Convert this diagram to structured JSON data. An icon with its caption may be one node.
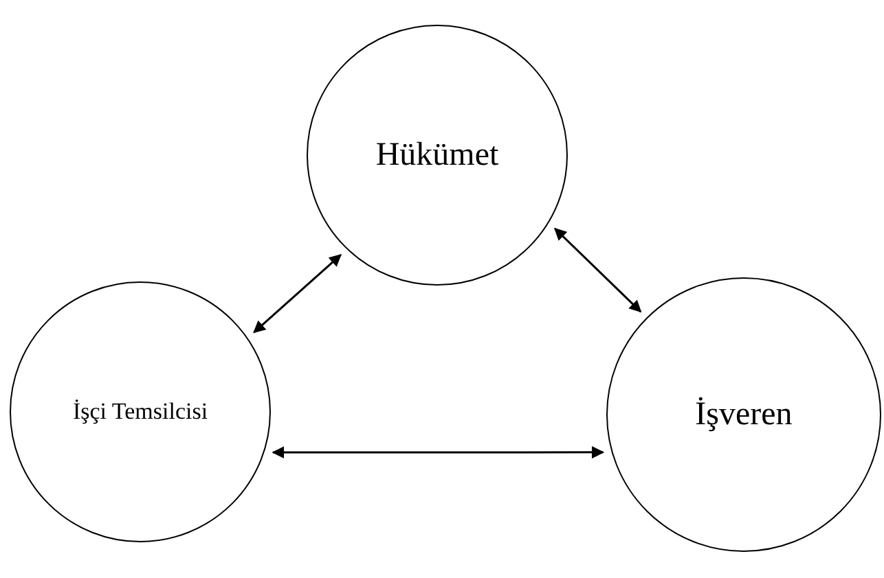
{
  "diagram": {
    "nodes": [
      {
        "text": [
          "Hükümet"
        ]
      },
      {
        "text": [
          "İşçi Temsilcisi"
        ]
      },
      {
        "text": [
          "İşveren"
        ]
      }
    ],
    "edges": [
      {
        "from": 0,
        "to": 1,
        "arrow": "both"
      },
      {
        "from": 0,
        "to": 2,
        "arrow": "both"
      },
      {
        "from": 1,
        "to": 2,
        "arrow": "both"
      }
    ]
  }
}
